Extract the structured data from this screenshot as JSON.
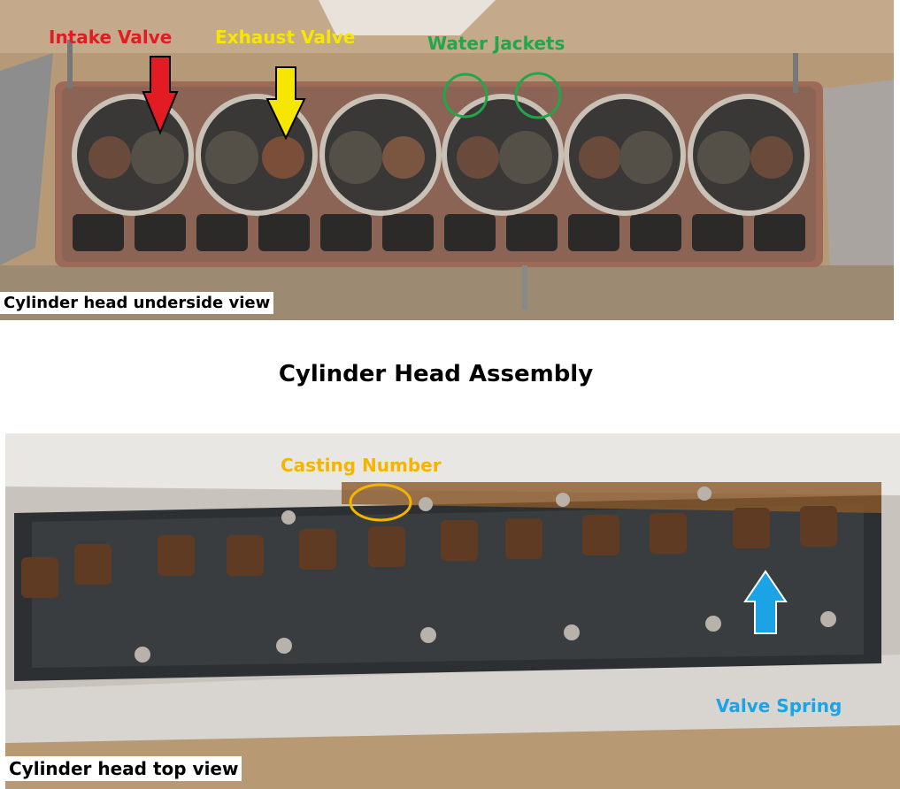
{
  "top_panel": {
    "caption": "Cylinder head underside view",
    "labels": {
      "intake_valve": "Intake Valve",
      "exhaust_valve": "Exhaust Valve",
      "water_jackets": "Water Jackets"
    }
  },
  "title": "Cylinder Head Assembly",
  "bottom_panel": {
    "caption": "Cylinder head top view",
    "labels": {
      "casting_number": "Casting Number",
      "valve_spring": "Valve Spring"
    }
  },
  "colors": {
    "intake": "#e31b23",
    "exhaust": "#f7e600",
    "water": "#22a64a",
    "casting": "#f5b400",
    "spring": "#1ba3e6"
  }
}
